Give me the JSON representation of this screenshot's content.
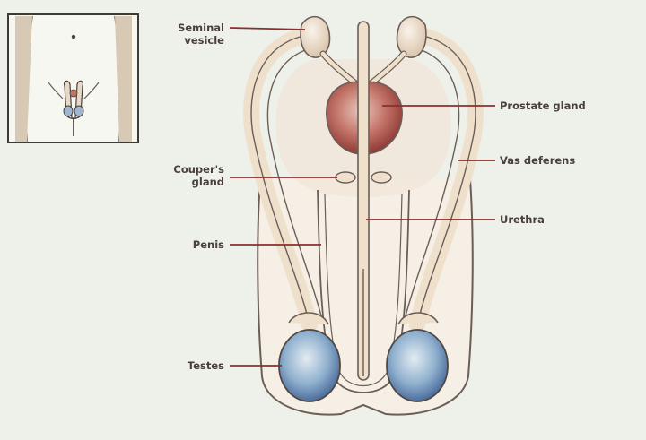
{
  "colors": {
    "background": "#eef0ea",
    "outline": "#6b5e56",
    "tissue": "#f3e8dc",
    "tissue_shade": "#e7d4c0",
    "duct": "#efe0cc",
    "prostate": "#b1554f",
    "testes": "#5f86b4",
    "leader_line": "#8b2e2e",
    "label_text": "#4a3f3b"
  },
  "labels": {
    "seminal_vesicle_line1": "Seminal",
    "seminal_vesicle_line2": "vesicle",
    "prostate_gland": "Prostate gland",
    "coupers_gland_line1": "Couper's",
    "coupers_gland_line2": "gland",
    "vas_deferens": "Vas deferens",
    "urethra": "Urethra",
    "penis": "Penis",
    "testes": "Testes"
  }
}
